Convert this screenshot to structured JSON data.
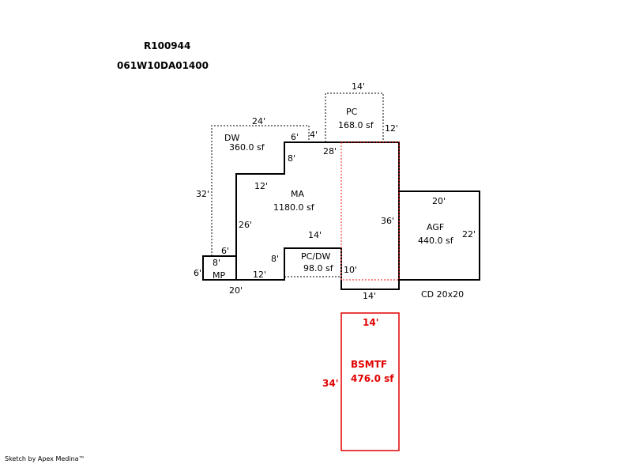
{
  "header": {
    "parcel_id": "R100944",
    "map_number": "061W10DA01400"
  },
  "areas": {
    "dw": {
      "label": "DW",
      "area": "360.0 sf"
    },
    "pc": {
      "label": "PC",
      "area": "168.0 sf"
    },
    "ma": {
      "label": "MA",
      "area": "1180.0 sf"
    },
    "pcdw": {
      "label": "PC/DW",
      "area": "98.0 sf"
    },
    "mp": {
      "label": "MP"
    },
    "agf": {
      "label": "AGF",
      "area": "440.0 sf"
    },
    "bsmtf": {
      "label": "BSMTF",
      "area": "476.0 sf"
    }
  },
  "dimensions": {
    "pc_top": "14'",
    "pc_right": "12'",
    "dw_top": "24'",
    "dw_left": "32'",
    "dw_6": "6'",
    "dw_4": "4'",
    "ma_28": "28'",
    "ma_8a": "8'",
    "ma_12a": "12'",
    "ma_26": "26'",
    "ma_14": "14'",
    "ma_36": "36'",
    "ma_8b": "8'",
    "ma_12b": "12'",
    "ma_10": "10'",
    "ma_14b": "14'",
    "ma_20": "20'",
    "mp_6top": "6'",
    "mp_8": "8'",
    "mp_6left": "6'",
    "agf_20": "20'",
    "agf_22": "22'",
    "bsmt_14": "14'",
    "bsmt_34": "34'"
  },
  "notes": {
    "cd": "CD 20x20"
  },
  "footer": {
    "credit": "Sketch by Apex Medina™"
  }
}
